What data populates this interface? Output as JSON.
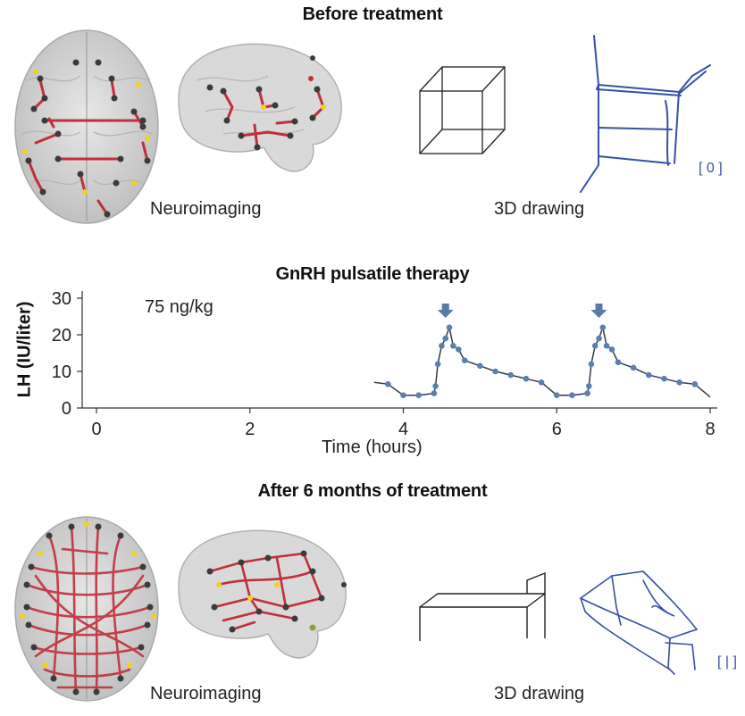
{
  "sections": {
    "before": {
      "title": "Before treatment",
      "neuro_caption": "Neuroimaging",
      "drawing_caption": "3D drawing",
      "drawing_scale_label": "[ 0 ]"
    },
    "therapy": {
      "title": "GnRH pulsatile therapy",
      "dose_label": "75 ng/kg"
    },
    "after": {
      "title": "After 6 months of treatment",
      "neuro_caption": "Neuroimaging",
      "drawing_caption": "3D drawing",
      "drawing_scale_label": "[ | ]"
    }
  },
  "colors": {
    "line": "#2f3b4a",
    "marker": "#5b7fae",
    "arrow": "#5a7aa8",
    "brain_edges": "#c0303a",
    "brain_node_dark": "#3b3b3b",
    "brain_node_yellow": "#f2d21a",
    "drawing_ink": "#3550a8"
  },
  "chart_data": {
    "type": "line",
    "title": "GnRH pulsatile therapy",
    "xlabel": "Time (hours)",
    "ylabel": "LH (IU/liter)",
    "xlim": [
      0,
      8
    ],
    "ylim": [
      0,
      30
    ],
    "xticks": [
      0,
      2,
      4,
      6,
      8
    ],
    "yticks": [
      0,
      10,
      20,
      30
    ],
    "x": [
      3.62,
      3.8,
      4.0,
      4.2,
      4.4,
      4.42,
      4.45,
      4.5,
      4.55,
      4.6,
      4.65,
      4.72,
      4.8,
      5.0,
      5.2,
      5.4,
      5.6,
      5.8,
      6.0,
      6.2,
      6.4,
      6.42,
      6.45,
      6.5,
      6.55,
      6.6,
      6.65,
      6.72,
      6.8,
      7.0,
      7.2,
      7.4,
      7.6,
      7.8,
      8.0
    ],
    "values": [
      7,
      6.5,
      3.5,
      3.5,
      4,
      6,
      12,
      17,
      19,
      22,
      17,
      16,
      13,
      11.5,
      10,
      9,
      8,
      7,
      3.5,
      3.5,
      4,
      6,
      12,
      17,
      19,
      22,
      17,
      16,
      12.5,
      11,
      9,
      8,
      7,
      6.5,
      3
    ],
    "pulse_arrows_x": [
      4.55,
      6.55
    ]
  }
}
